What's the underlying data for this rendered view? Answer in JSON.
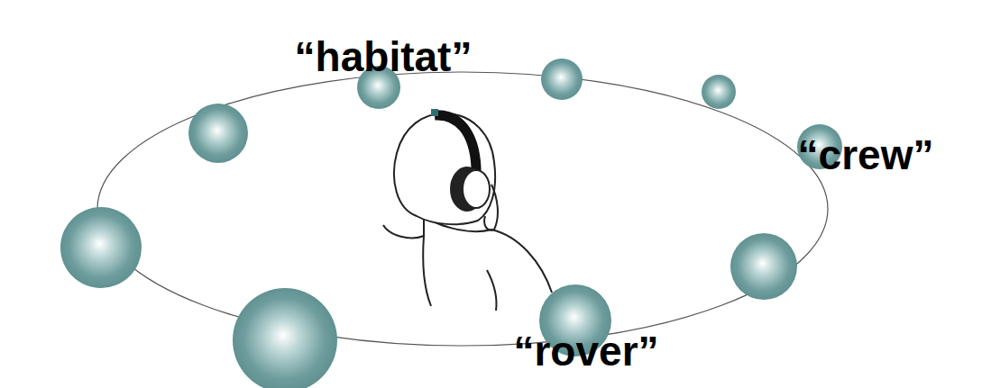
{
  "diagram": {
    "nodes": [
      {
        "text": [
          "“habitat”"
        ]
      },
      {
        "text": [
          "“crew”"
        ]
      },
      {
        "text": [
          "“rover”"
        ]
      }
    ]
  }
}
